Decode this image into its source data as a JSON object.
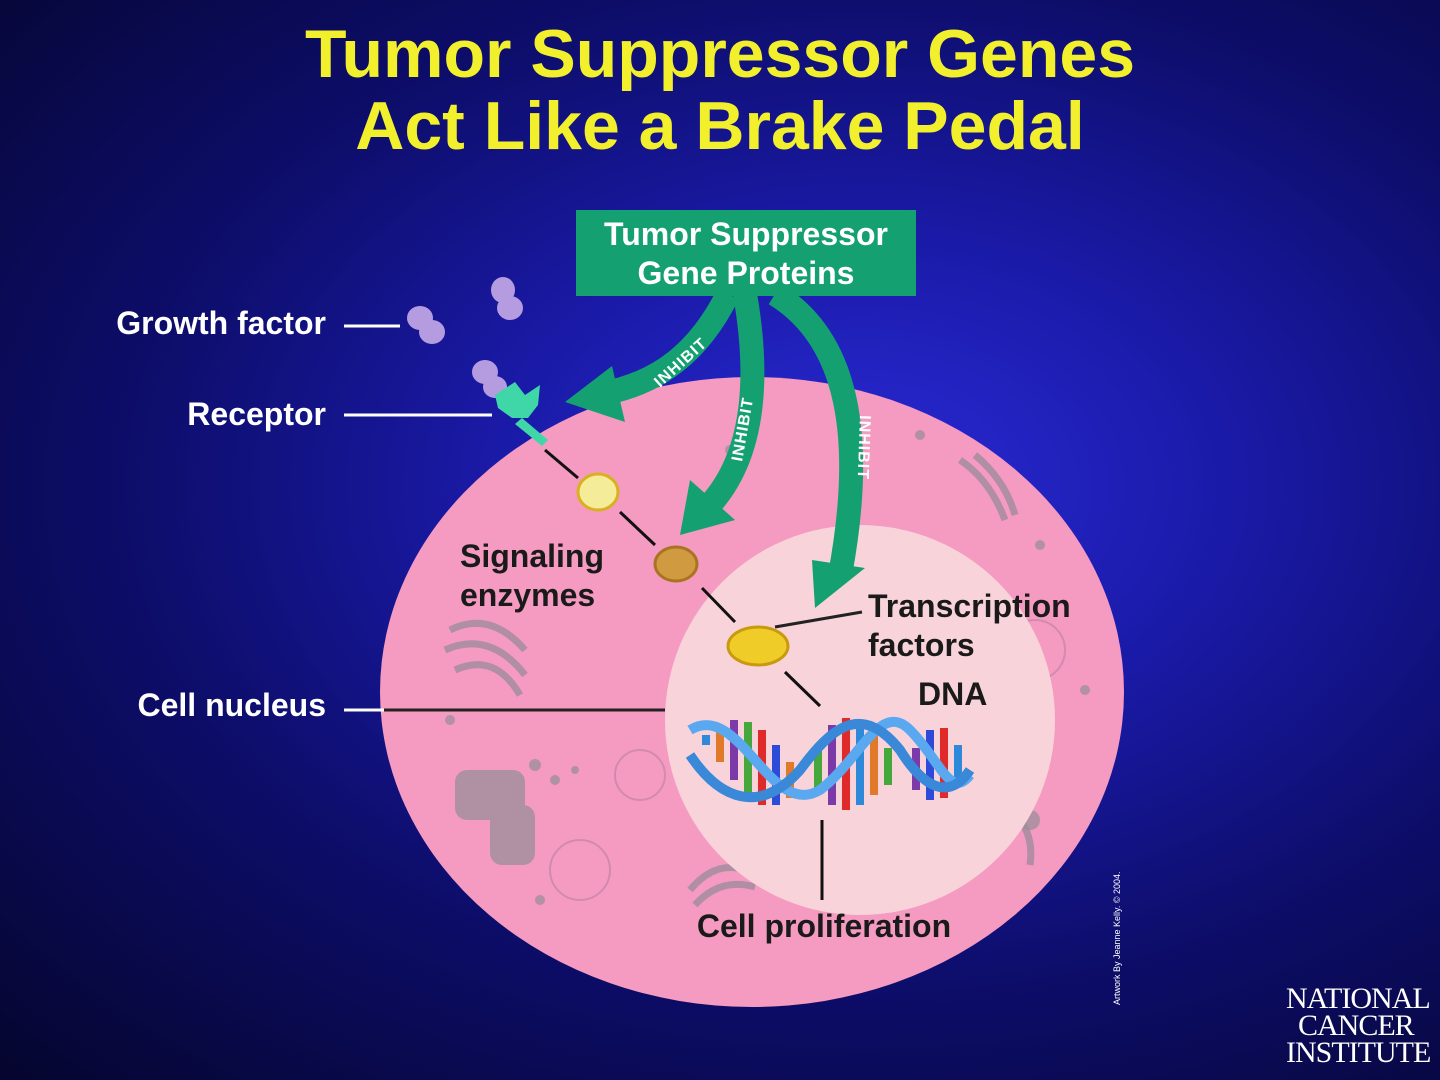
{
  "title": {
    "line1": "Tumor Suppressor Genes",
    "line2": "Act Like a Brake Pedal"
  },
  "box": {
    "line1": "Tumor Suppressor",
    "line2": "Gene Proteins"
  },
  "arrows": {
    "inhibit1": "INHIBIT",
    "inhibit2": "INHIBIT",
    "inhibit3": "INHIBIT"
  },
  "labels": {
    "growth_factor": "Growth factor",
    "receptor": "Receptor",
    "signaling_line1": "Signaling",
    "signaling_line2": "enzymes",
    "cell_nucleus": "Cell nucleus",
    "transcription_line1": "Transcription",
    "transcription_line2": "factors",
    "dna": "DNA",
    "cell_proliferation": "Cell proliferation"
  },
  "credit": "Artwork By Jeanne Kelly. © 2004.",
  "logo": {
    "line1": "NATIONAL",
    "line2": "CANCER",
    "line3": "INSTITUTE"
  },
  "colors": {
    "title": "#f2ef2c",
    "cell": "#f59ac0",
    "nucleus": "#f8d4da",
    "box_arrow": "#14a070",
    "growth_factor": "#b59ce0",
    "receptor": "#3fd6a8"
  }
}
